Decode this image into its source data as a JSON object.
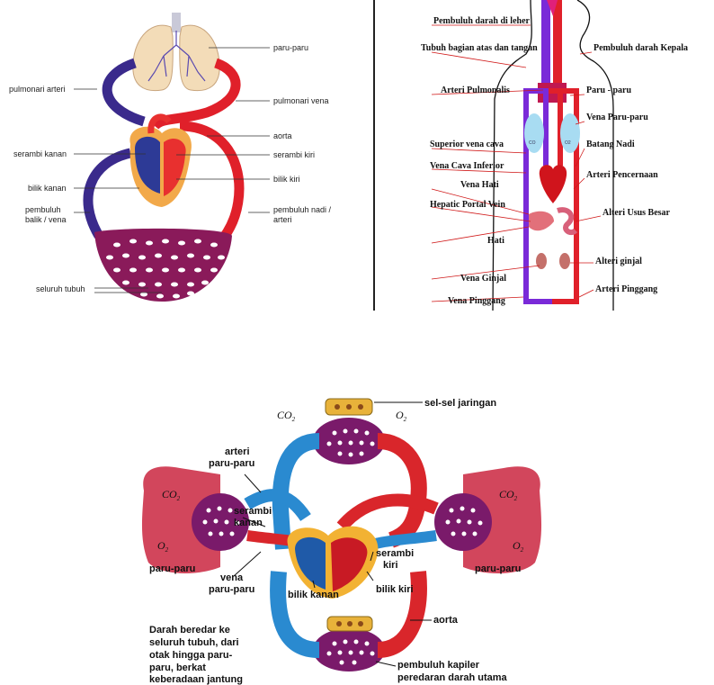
{
  "panel1": {
    "labels": {
      "lungs": "paru-paru",
      "pulmonary_artery": "pulmonari arteri",
      "pulmonary_vein": "pulmonari vena",
      "aorta": "aorta",
      "right_atrium": "serambi kanan",
      "left_atrium": "serambi kiri",
      "right_ventricle": "bilik kanan",
      "left_ventricle": "bilik kiri",
      "vein_line1": "pembuluh",
      "vein_line2": "balik / vena",
      "artery_line1": "pembuluh nadi /",
      "artery_line2": "arteri",
      "whole_body": "seluruh tubuh"
    },
    "colors": {
      "artery": "#e0202a",
      "vein": "#3a2a8c",
      "lung": "#f3dcb8",
      "heart_oxy": "#e8302f",
      "heart_deoxy": "#2d3a96",
      "heart_wall": "#f2a94a"
    }
  },
  "panel2": {
    "labels": {
      "neck_vessel": "Pembuluh darah di leher",
      "upper_body": "Tubuh bagian atas dan tangan",
      "head_vessel": "Pembuluh darah Kepala",
      "pulmonary_artery": "Arteri Pulmonalis",
      "lungs": "Paru - paru",
      "pulmonary_vein": "Vena Paru-paru",
      "svc": "Superior vena cava",
      "ivc": "Vena Cava Inferior",
      "aorta": "Batang Nadi",
      "liver_vein": "Vena Hati",
      "digestive_artery": "Arteri Pencernaan",
      "hepatic_portal": "Hepatic Portal Vein",
      "intestine_artery": "Alteri Usus Besar",
      "liver": "Hati",
      "renal_vein": "Vena Ginjal",
      "renal_artery": "Alteri ginjal",
      "hip_vein": "Vena Pinggang",
      "hip_artery": "Arteri Pinggang",
      "lung_left_text": "CO",
      "lung_right_text": "O2"
    },
    "colors": {
      "artery": "#e0202a",
      "vein": "#7a2ad8",
      "lung": "#a8dcf2"
    }
  },
  "panel3": {
    "labels": {
      "tissue_cells": "sel-sel jaringan",
      "co2_top": "CO",
      "co2_top_sub": "2",
      "o2_top": "O",
      "o2_top_sub": "2",
      "pulmonary_artery_1": "arteri",
      "pulmonary_artery_2": "paru-paru",
      "co2_left": "CO",
      "co2_left_sub": "2",
      "co2_right": "CO",
      "co2_right_sub": "2",
      "o2_left": "O",
      "o2_left_sub": "2",
      "o2_right": "O",
      "o2_right_sub": "2",
      "right_atrium_1": "serambi",
      "right_atrium_2": "kanan",
      "left_atrium_1": "serambi",
      "left_atrium_2": "kiri",
      "lung_left": "paru-paru",
      "lung_right": "paru-paru",
      "pulmonary_vein_1": "vena",
      "pulmonary_vein_2": "paru-paru",
      "right_ventricle": "bilik kanan",
      "left_ventricle": "bilik kiri",
      "aorta": "aorta",
      "caption_1": "Darah beredar ke",
      "caption_2": "seluruh tubuh, dari",
      "caption_3": "otak hingga paru-",
      "caption_4": "paru, berkat",
      "caption_5": "keberadaan jantung",
      "capillary_1": "pembuluh kapiler",
      "capillary_2": "peredaran darah utama"
    },
    "colors": {
      "artery": "#d9262b",
      "vein": "#2a8ad0",
      "lung": "#d2465c",
      "heart_wall": "#f2b233",
      "cells": "#e8b23a"
    }
  }
}
